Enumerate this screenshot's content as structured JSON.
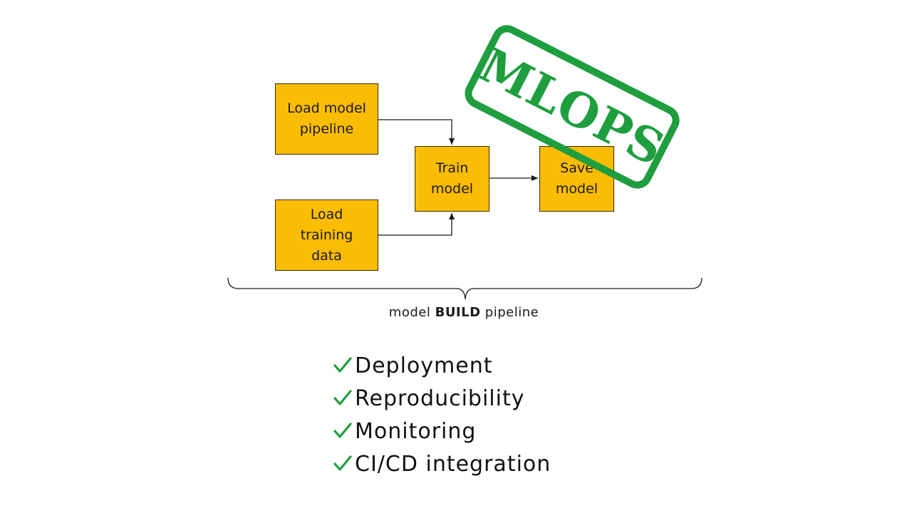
{
  "diagram": {
    "nodes": [
      {
        "id": "load-pipeline",
        "label": "Load model\npipeline"
      },
      {
        "id": "load-data",
        "label": "Load\ntraining\ndata"
      },
      {
        "id": "train",
        "label": "Train\nmodel"
      },
      {
        "id": "save",
        "label": "Save\nmodel"
      }
    ],
    "edges": [
      {
        "from": "load-pipeline",
        "to": "train"
      },
      {
        "from": "load-data",
        "to": "train"
      },
      {
        "from": "train",
        "to": "save"
      }
    ],
    "stamp_text": "MLOPS",
    "caption": {
      "before": "model",
      "bold": "BUILD",
      "after": "pipeline"
    }
  },
  "features": [
    "Deployment",
    "Reproducibility",
    "Monitoring",
    "CI/CD integration"
  ],
  "colors": {
    "node_fill": "#fbbc04",
    "stamp": "#1e9e3e",
    "check": "#1e9e3e"
  }
}
